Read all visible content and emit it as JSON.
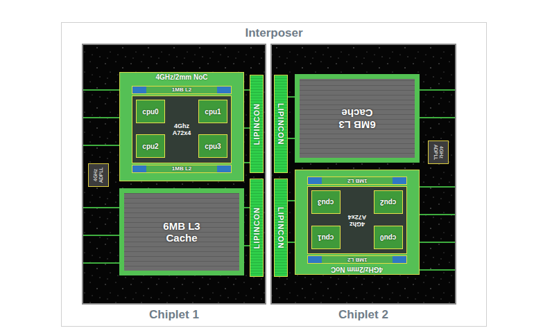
{
  "diagram": {
    "nodes": [
      {
        "text": [
          "Interposer"
        ]
      },
      {
        "text": [
          "Chiplet 1"
        ],
        "in": 0
      },
      {
        "text": [
          "4GHz/2mm NoC"
        ],
        "in": 1
      },
      {
        "text": [
          "1MB L2"
        ],
        "in": 2
      },
      {
        "text": [
          "4Ghz A72x4"
        ],
        "in": 2
      },
      {
        "text": [
          "cpu0"
        ],
        "in": 4
      },
      {
        "text": [
          "cpu1"
        ],
        "in": 4
      },
      {
        "text": [
          "cpu2"
        ],
        "in": 4
      },
      {
        "text": [
          "cpu3"
        ],
        "in": 4
      },
      {
        "text": [
          "1MB L2"
        ],
        "in": 2
      },
      {
        "text": [
          "6MB L3 Cache"
        ],
        "in": 1
      },
      {
        "text": [
          "4GHz ADPLL"
        ],
        "in": 1
      },
      {
        "text": [
          "LIPINCON"
        ],
        "in": 1
      },
      {
        "text": [
          "LIPINCON"
        ],
        "in": 1
      },
      {
        "text": [
          "Chiplet 2"
        ],
        "in": 0
      },
      {
        "text": [
          "LIPINCON"
        ],
        "in": 14
      },
      {
        "text": [
          "LIPINCON"
        ],
        "in": 14
      },
      {
        "text": [
          "6MB L3 Cache"
        ],
        "in": 14
      },
      {
        "text": [
          "4GHz/2mm NoC"
        ],
        "in": 14
      },
      {
        "text": [
          "1MB L2"
        ],
        "in": 18
      },
      {
        "text": [
          "4Ghz A72x4"
        ],
        "in": 18
      },
      {
        "text": [
          "cpu3"
        ],
        "in": 20
      },
      {
        "text": [
          "cpu2"
        ],
        "in": 20
      },
      {
        "text": [
          "cpu1"
        ],
        "in": 20
      },
      {
        "text": [
          "cpu0"
        ],
        "in": 20
      },
      {
        "text": [
          "1MB L2"
        ],
        "in": 18
      },
      {
        "text": [
          "4GHz ADPLL"
        ],
        "in": 14
      }
    ]
  }
}
